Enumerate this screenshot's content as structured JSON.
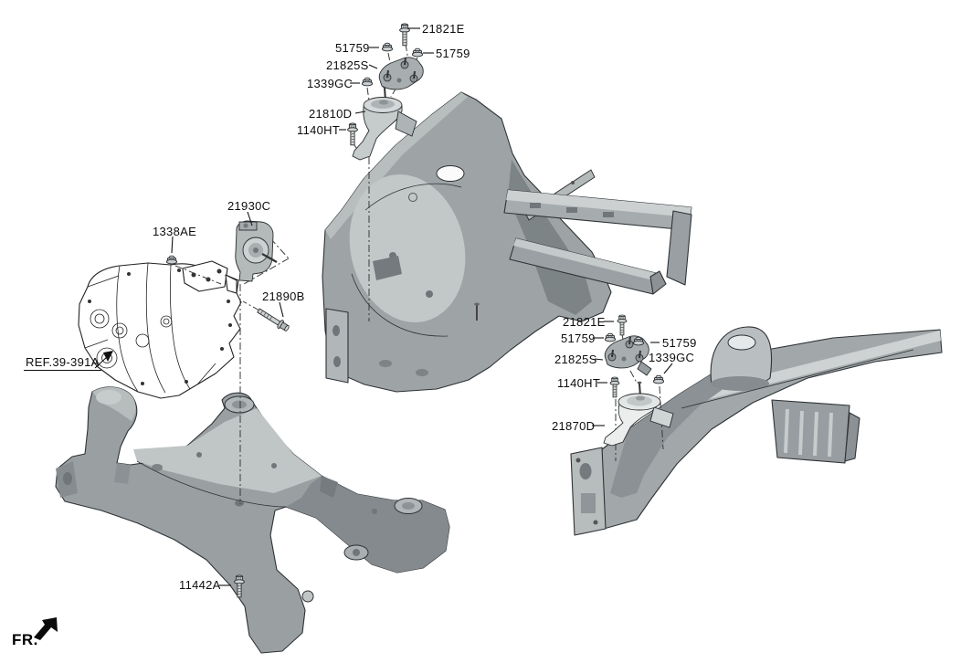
{
  "callouts": [
    {
      "id": "bolt-21821e-upper",
      "label": "21821E"
    },
    {
      "id": "nut-51759-upper-left",
      "label": "51759"
    },
    {
      "id": "nut-51759-upper-right",
      "label": "51759"
    },
    {
      "id": "bracket-21825s-upper",
      "label": "21825S"
    },
    {
      "id": "nut-1339gc-upper",
      "label": "1339GC"
    },
    {
      "id": "mount-21810d",
      "label": "21810D"
    },
    {
      "id": "bolt-1140ht-upper",
      "label": "1140HT"
    },
    {
      "id": "mount-21930c",
      "label": "21930C"
    },
    {
      "id": "nut-1338ae",
      "label": "1338AE"
    },
    {
      "id": "bolt-21890b",
      "label": "21890B"
    },
    {
      "id": "ref-callout",
      "label": "REF.39-391A"
    },
    {
      "id": "bolt-21821e-lower",
      "label": "21821E"
    },
    {
      "id": "nut-51759-lower-left",
      "label": "51759"
    },
    {
      "id": "nut-51759-lower-right",
      "label": "51759"
    },
    {
      "id": "bracket-21825s-lower",
      "label": "21825S"
    },
    {
      "id": "nut-1339gc-lower",
      "label": "1339GC"
    },
    {
      "id": "bolt-1140ht-lower",
      "label": "1140HT"
    },
    {
      "id": "mount-21870d",
      "label": "21870D"
    },
    {
      "id": "bolt-11442a",
      "label": "11442A"
    }
  ],
  "direction": {
    "label": "FR.",
    "arrow_icon": "front-direction-arrow"
  },
  "icons": {
    "fasteners": [
      "flange-bolt-icon",
      "flange-nut-icon",
      "long-bolt-icon"
    ],
    "arrow": "bent-arrow-lower-left"
  },
  "colors": {
    "background": "#ffffff",
    "outline": "#2e3235",
    "label_text": "#0d0d0d",
    "frame_light": "#ccd0d1",
    "frame_mid": "#9ea4a6",
    "frame_dark": "#7d8486",
    "mount_light": "#e3e6e6",
    "arrow_black": "#000000"
  }
}
